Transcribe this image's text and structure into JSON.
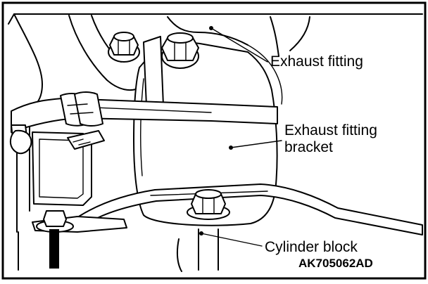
{
  "callouts": {
    "exhaust_fitting": "Exhaust fitting",
    "exhaust_fitting_bracket_line1": "Exhaust fitting",
    "exhaust_fitting_bracket_line2": "bracket",
    "cylinder_block": "Cylinder block"
  },
  "figure_code": "AK705062AD"
}
